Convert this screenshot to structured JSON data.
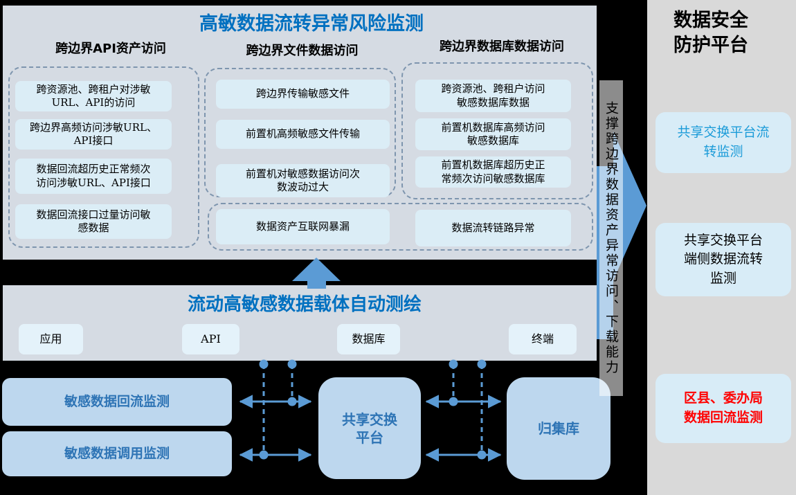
{
  "colors": {
    "accent_blue": "#5b9bd5",
    "title_blue": "#0070c0",
    "box_text_blue": "#2e74b5",
    "cyan_text": "#1b9bd8",
    "alert_red": "#ff0000",
    "panel_bg": "#d5dbe3",
    "right_panel_bg": "#d9d9d9",
    "light_box_bg": "#dbedf6",
    "big_box_bg": "#bdd7ee"
  },
  "top_panel": {
    "title": "高敏数据流转异常风险监测",
    "columns": [
      {
        "header": "跨边界API资产访问",
        "items": [
          "跨资源池、跨租户对涉敏\nURL、API的访问",
          "跨边界高频访问涉敏URL、\nAPI接口",
          "数据回流超历史正常频次\n访问涉敏URL、API接口",
          "数据回流接口过量访问敏\n感数据"
        ]
      },
      {
        "header": "跨边界文件数据访问",
        "items": [
          "跨边界传输敏感文件",
          "前置机高频敏感文件传输",
          "前置机对敏感数据访问次\n数波动过大"
        ]
      },
      {
        "header": "跨边界数据库数据访问",
        "items": [
          "跨资源池、跨租户访问\n敏感数据库数据",
          "前置机数据库高频访问\n敏感数据库",
          "前置机数据库超历史正\n常频次访问敏感数据库"
        ]
      }
    ],
    "bottom_row": [
      "数据资产互联网暴漏",
      "数据流转链路异常"
    ]
  },
  "middle_panel": {
    "title": "流动高敏感数据载体自动测绘",
    "carriers": [
      "应用",
      "API",
      "数据库",
      "终端"
    ]
  },
  "bottom_section": {
    "left_boxes": [
      "敏感数据回流监测",
      "敏感数据调用监测"
    ],
    "center_box": "共享交换\n平台",
    "right_box": "归集库"
  },
  "side_arrow": {
    "label": "支撑跨边界数据资产异常访问、下载能力"
  },
  "right_panel": {
    "title": "数据安全\n防护平台",
    "boxes": [
      "共享交换平台流\n转监测",
      "共享交换平台\n端侧数据流转\n监测",
      "区县、委办局\n数据回流监测"
    ]
  }
}
